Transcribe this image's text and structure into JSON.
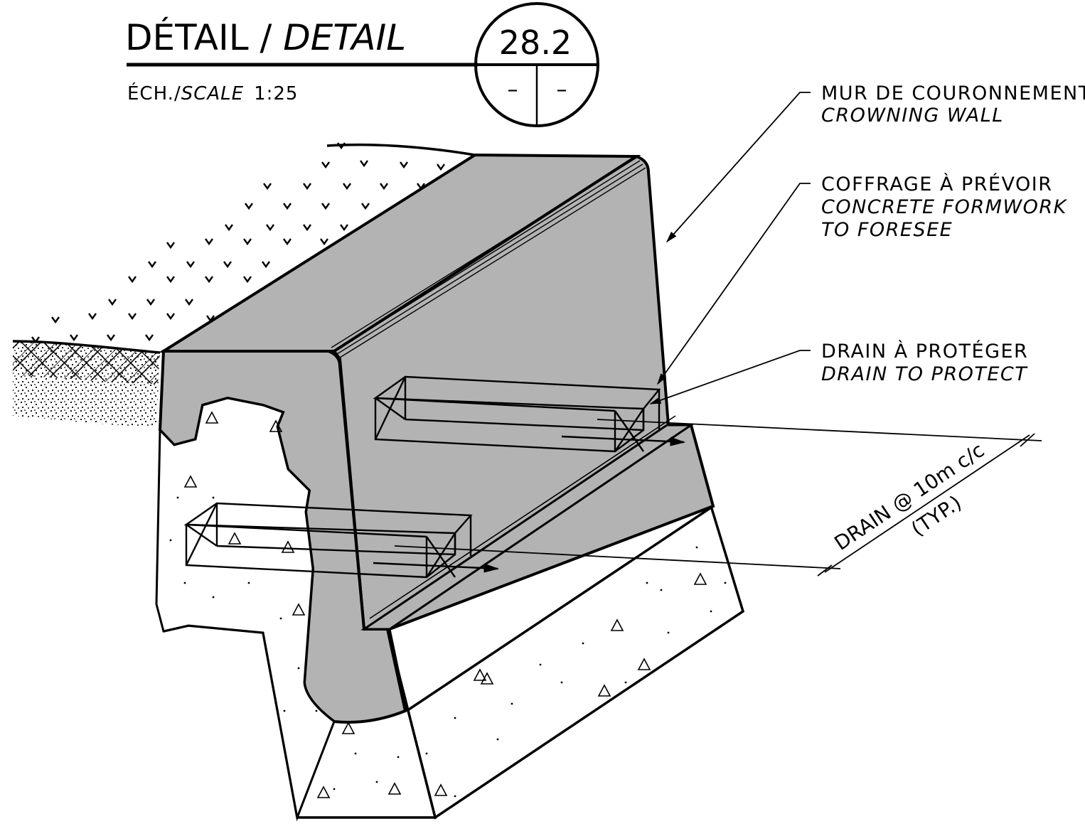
{
  "title": {
    "fr": "DÉTAIL",
    "separator": " / ",
    "en": "DETAIL"
  },
  "scale": {
    "fr": "ÉCH./",
    "en": "SCALE",
    "value": "1:25"
  },
  "detail_bubble": {
    "number": "28.2",
    "ref_left": "–",
    "ref_right": "–"
  },
  "callouts": [
    {
      "fr": "MUR DE COURONNEMENT",
      "en": [
        "CROWNING WALL"
      ]
    },
    {
      "fr": "COFFRAGE À PRÉVOIR",
      "en": [
        "CONCRETE FORMWORK",
        "TO FORESEE"
      ]
    },
    {
      "fr": "DRAIN À PROTÉGER",
      "en": [
        "DRAIN TO PROTECT"
      ]
    }
  ],
  "dimension": {
    "line1": "DRAIN @ 10m c/c",
    "line2": "(TYP.)"
  },
  "colors": {
    "concrete_wall": "#b3b3b3",
    "line": "#000000",
    "background": "#ffffff"
  }
}
